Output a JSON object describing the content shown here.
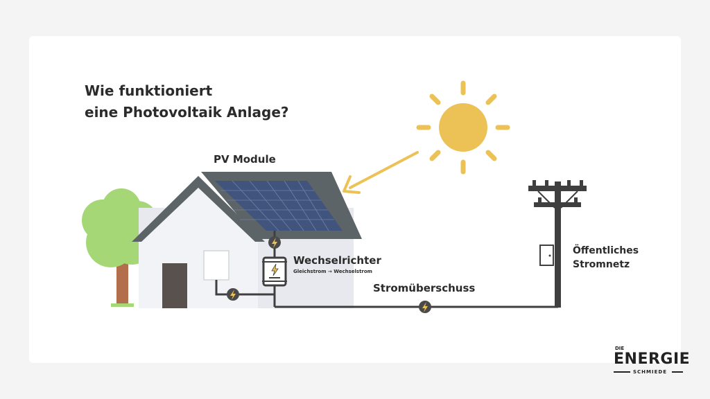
{
  "title": {
    "line1": "Wie funktioniert",
    "line2": "eine Photovoltaik Anlage?"
  },
  "labels": {
    "pv_module": "PV Module",
    "inverter": "Wechselrichter",
    "inverter_sub": "Gleichstrom → Wechselstrom",
    "surplus": "Stromüberschuss",
    "grid_line1": "Öffentliches",
    "grid_line2": "Stromnetz"
  },
  "logo": {
    "top": "DIE",
    "main": "ENERGIE",
    "bottom": "SCHMIEDE"
  },
  "colors": {
    "sun": "#ecc256",
    "tree": "#a6d776",
    "roof": "#5d6467",
    "panel": "#41547d",
    "wire": "#3f3f3f",
    "house": "#eef0f4"
  },
  "icons": [
    "sun-icon",
    "tree-icon",
    "house-icon",
    "solar-panel-icon",
    "inverter-icon",
    "lightning-bolt-icon",
    "utility-pole-icon",
    "meter-icon"
  ]
}
